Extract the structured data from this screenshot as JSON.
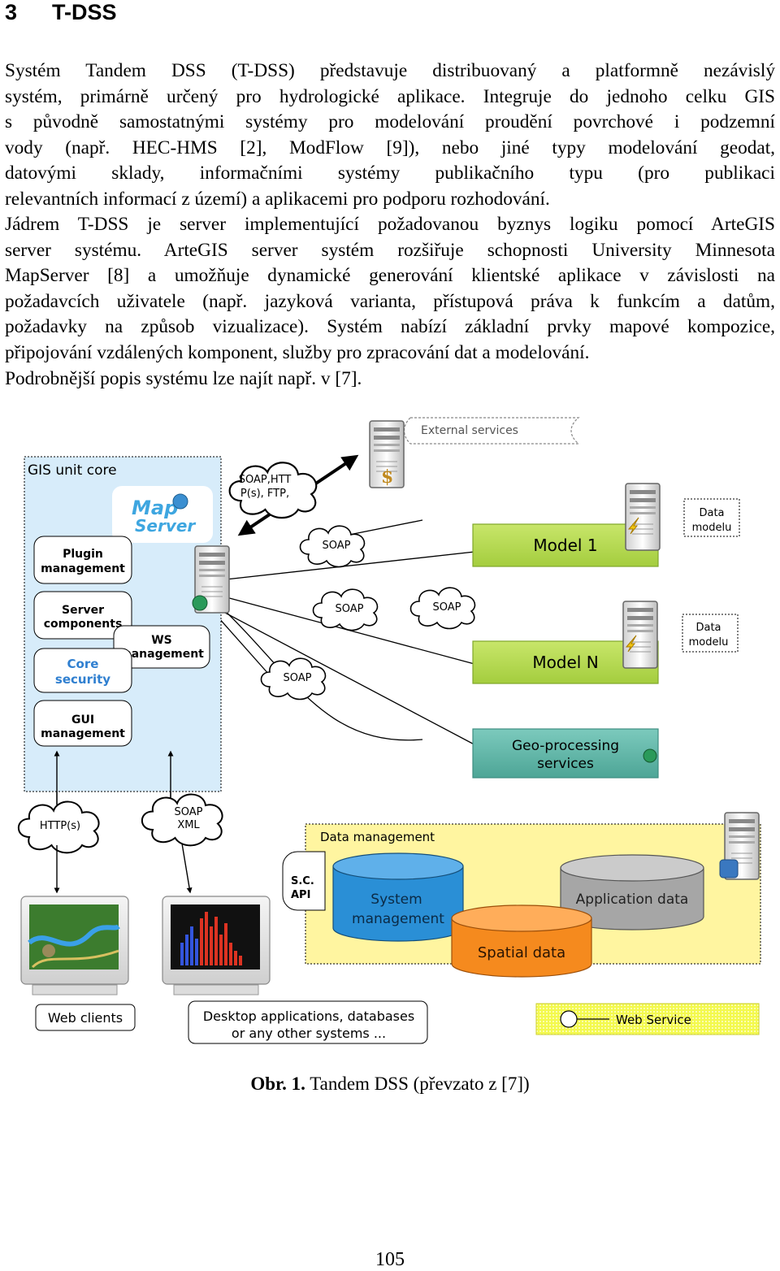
{
  "heading": {
    "number": "3",
    "title": "T-DSS"
  },
  "paragraph1": {
    "lines": [
      "Systém Tandem DSS (T-DSS) představuje distribuovaný a platformně nezávislý",
      "systém, primárně určený pro hydrologické aplikace. Integruje do jednoho celku GIS",
      "s původně samostatnými systémy pro modelování proudění povrchové i podzemní",
      "vody (např. HEC-HMS [2], ModFlow [9]), nebo jiné typy modelování geodat,",
      "datovými sklady, informačními systémy publikačního typu (pro publikaci",
      "relevantních informací z území) a aplikacemi pro podporu rozhodování."
    ]
  },
  "paragraph2": {
    "lines": [
      "Jádrem T-DSS je server implementující požadovanou byznys logiku pomocí ArteGIS",
      "server systému. ArteGIS server systém rozšiřuje schopnosti University Minnesota",
      "MapServer [8] a umožňuje dynamické generování klientské aplikace v závislosti na",
      "požadavcích uživatele (např. jazyková varianta, přístupová práva k funkcím a datům,",
      "požadavky na způsob vizualizace). Systém nabízí základní prvky mapové kompozice,",
      "připojování vzdálených komponent, služby pro zpracování dat a modelování.",
      "Podrobnější popis systému lze najít např. v [7]."
    ]
  },
  "figure": {
    "gis_unit_core": "GIS unit core",
    "mapserver_logo": [
      "Map",
      "Server"
    ],
    "plugin_management": [
      "Plugin",
      "management"
    ],
    "server_components": [
      "Server",
      "components"
    ],
    "ws_management": [
      "WS",
      "management"
    ],
    "core_security": [
      "Core",
      "security"
    ],
    "gui_management": [
      "GUI",
      "management"
    ],
    "external_services": "External services",
    "cloud_soap_http": [
      "SOAP,HTT",
      "P(s), FTP,"
    ],
    "cloud_soap_1": "SOAP",
    "cloud_soap_2": "SOAP",
    "cloud_soap_3": "SOAP",
    "cloud_soap_4": "SOAP",
    "cloud_http": "HTTP(s)",
    "cloud_soap_xml": [
      "SOAP",
      "XML"
    ],
    "model_1": "Model 1",
    "model_n": "Model N",
    "data_modelu_1": [
      "Data",
      "modelu"
    ],
    "data_modelu_2": [
      "Data",
      "modelu"
    ],
    "geo_processing": [
      "Geo-processing",
      "services"
    ],
    "data_management": "Data management",
    "sc_api": [
      "S.C.",
      "API"
    ],
    "system_management": [
      "System",
      "management"
    ],
    "application_data": "Application data",
    "spatial_data": "Spatial data",
    "web_clients": "Web clients",
    "desktop_apps": [
      "Desktop applications, databases",
      "or any other systems ..."
    ],
    "web_service_legend": "Web Service",
    "colors": {
      "gis_core_bg": "#d7ecfa",
      "model_green": "#b8dc56",
      "geo_teal": "#5fb3a7",
      "data_mgmt_yellow": "#fff5a0",
      "system_mgmt_blue": "#2a8fd6",
      "spatial_orange": "#f58a1e",
      "application_grey": "#a6a6a6",
      "legend_yellow": "#f1f85f"
    }
  },
  "caption": {
    "label": "Obr. 1.",
    "text": " Tandem DSS (převzato z [7])"
  },
  "page_number": "105"
}
